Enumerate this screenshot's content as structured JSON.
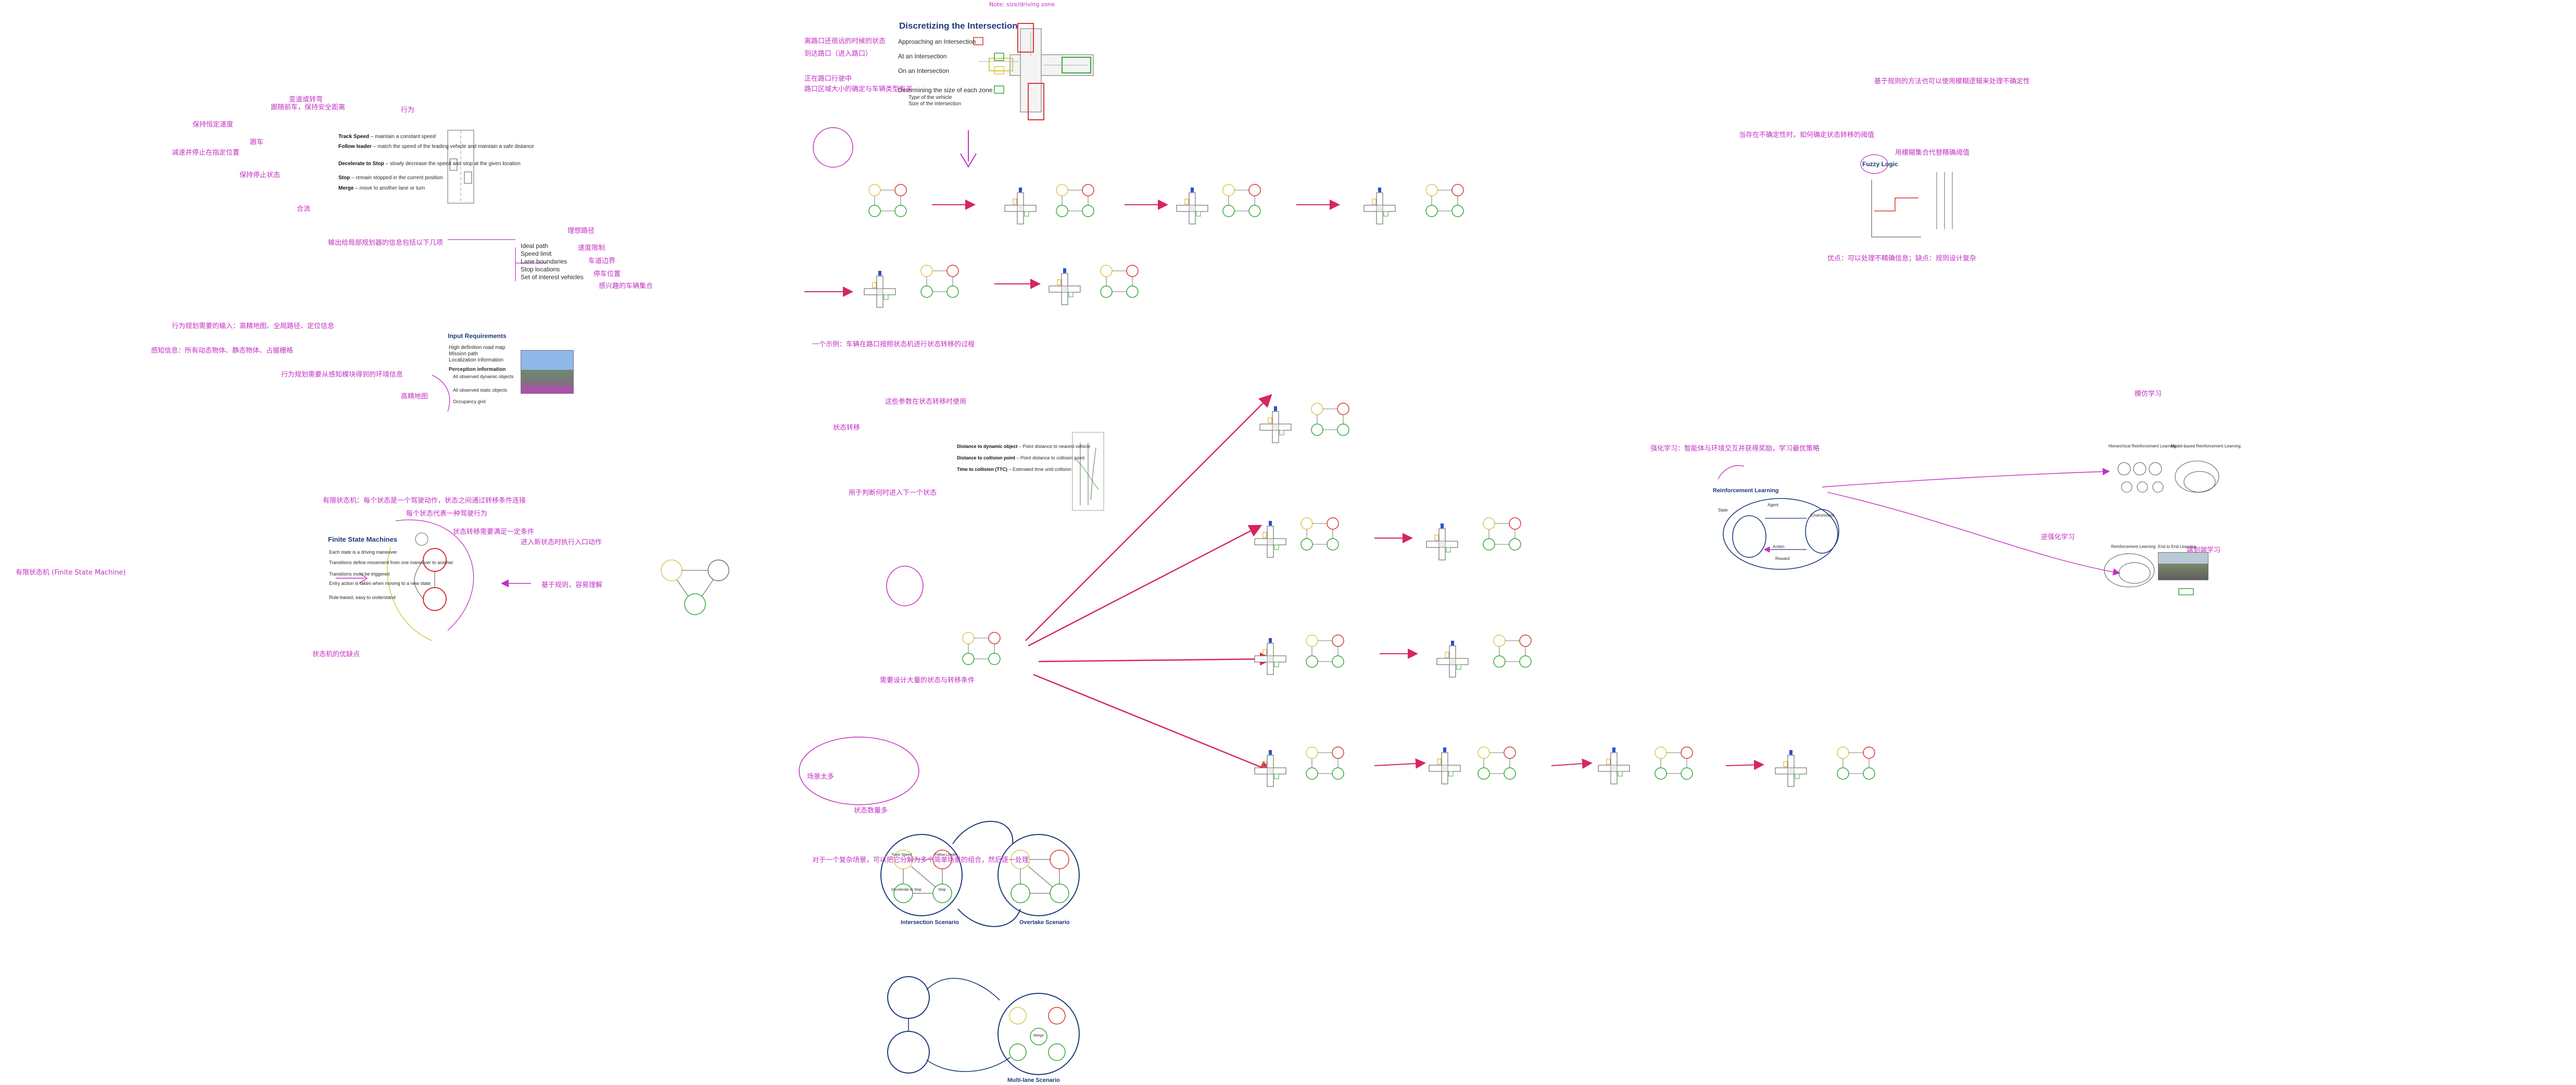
{
  "colors": {
    "ink": "#c22fc2",
    "arrow": "#d7265d",
    "navy": "#1f3a7a",
    "red": "#d33",
    "green": "#3a3",
    "yellow": "#d9c84a"
  },
  "discretizing": {
    "title": "Discretizing the Intersection",
    "items": [
      "Approaching an Intersection",
      "At an Intersection",
      "On an Intersection",
      "Determining the size of each zone"
    ],
    "subitems": [
      "Type of the vehicle",
      "Size of the intersection"
    ],
    "note_top": "Note: size/driving zone",
    "ink": [
      "离路口还很远的时候的状态",
      "到达路口（进入路口）",
      "正在路口行驶中",
      "路口区域大小的确定与车辆类型有关"
    ]
  },
  "behaviors": {
    "items": [
      {
        "term": "Track Speed",
        "desc": "maintain a constant speed"
      },
      {
        "term": "Follow leader",
        "desc": "match the speed of the leading vehicle and maintain a safe distance"
      },
      {
        "term": "Decelerate to Stop",
        "desc": "slowly decrease the speed and stop at the given location"
      },
      {
        "term": "Stop",
        "desc": "remain stopped in the current position"
      },
      {
        "term": "Merge",
        "desc": "move to another lane or turn"
      }
    ],
    "ink": [
      "保持恒定速度",
      "跟随前车，保持安全距离",
      "减速并停止在指定位置",
      "保持停止状态",
      "变道或转弯",
      "合流",
      "跟车",
      "行为"
    ]
  },
  "outputs": {
    "items": [
      "Ideal path",
      "Speed limit",
      "Lane boundaries",
      "Stop locations",
      "Set of interest vehicles"
    ],
    "ink": [
      "输出给局部规划器的信息包括以下几项",
      "理想路径",
      "速度限制",
      "车道边界",
      "停车位置",
      "感兴趣的车辆集合"
    ]
  },
  "input_req": {
    "title": "Input Requirements",
    "items": [
      "High definition road map",
      "Mission path",
      "Localization information",
      "Perception information",
      "All observed dynamic objects",
      "All observed static objects",
      "Occupancy grid"
    ],
    "ink": [
      "行为规划需要的输入：高精地图、全局路径、定位信息",
      "感知信息：所有动态物体、静态物体、占据栅格",
      "行为规划需要从感知模块得到的环境信息",
      "高精地图"
    ]
  },
  "fsm": {
    "title": "Finite State Machines",
    "items": [
      "Each state is a driving maneuver",
      "Transitions define movement from one maneuver to another",
      "Transitions must be triggered",
      "Entry action is taken when moving to a new state",
      "Rule-based, easy to understand"
    ],
    "ink": [
      "有限状态机：每个状态是一个驾驶动作，状态之间通过转移条件连接",
      "每个状态代表一种驾驶行为",
      "状态转移需要满足一定条件",
      "进入新状态时执行入口动作",
      "基于规则，容易理解",
      "状态机的优缺点",
      "有限状态机 (Finite State Machine)"
    ]
  },
  "transitions": {
    "title_ink": "状态转移",
    "items": [
      {
        "term": "Distance to dynamic object",
        "desc": "Point distance to nearest vehicle"
      },
      {
        "term": "Distance to collision point",
        "desc": "Point distance to collision point"
      },
      {
        "term": "Time to collision (TTC)",
        "desc": "Estimated time until collision"
      }
    ],
    "ink": [
      "这些参数在状态转移时使用",
      "用于判断何时进入下一个状态"
    ]
  },
  "scenarios": {
    "ink_top": "对于一个复杂场景，可以把它分解为多个简单场景的组合，然后逐一处理",
    "ink_mid": "需要设计大量的状态与转移条件",
    "ink_bottom": "状态数量多",
    "ink_circle": "场景太多",
    "labels": [
      "Intersection Scenario",
      "Overtake Scenario",
      "Multi-lane Scenario"
    ],
    "states": [
      "Track Speed",
      "Follow Leader",
      "Decelerate to Stop",
      "Stop",
      "Merge"
    ]
  },
  "rl": {
    "title": "Reinforcement Learning",
    "nodes": [
      "Agent",
      "Environment",
      "Action",
      "State",
      "Reward"
    ],
    "ink": [
      "强化学习：智能体与环境交互并获得奖励，学习最优策略",
      "模仿学习",
      "逆强化学习",
      "端到端学习"
    ],
    "sub1": [
      "Hierarchical Reinforcement Learning",
      "Model-based Reinforcement Learning"
    ],
    "sub2": [
      "Reinforcement Learning",
      "End to End Learning"
    ]
  },
  "fuzzy": {
    "title": "Fuzzy Logic",
    "ink": [
      "基于规则的方法也可以使用模糊逻辑来处理不确定性",
      "当存在不确定性时，如何确定状态转移的阈值",
      "用模糊集合代替精确阈值",
      "优点：可以处理不精确信息；缺点：规则设计复杂"
    ]
  },
  "flow": {
    "ink": "一个示例：车辆在路口按照状态机进行状态转移的过程"
  }
}
